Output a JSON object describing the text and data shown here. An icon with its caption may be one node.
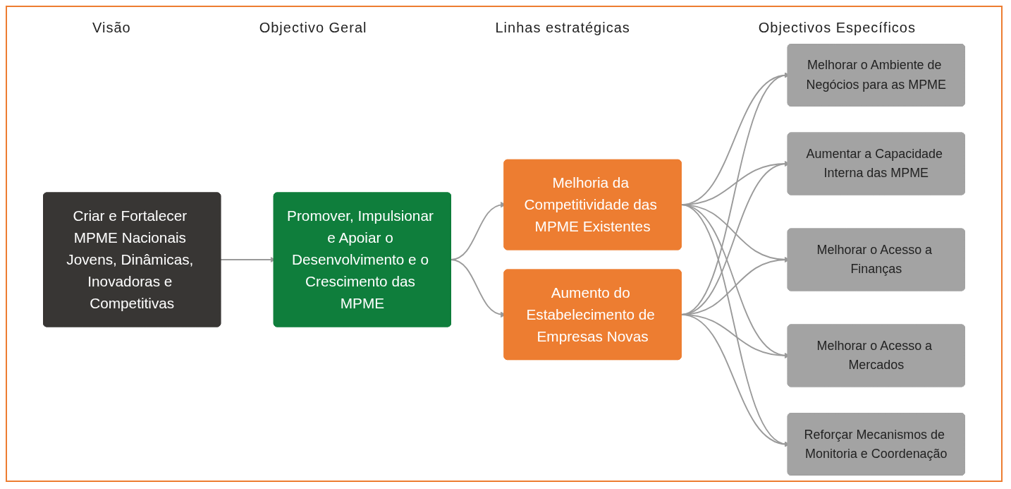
{
  "diagram": {
    "nodes": [
      {
        "text": [
          "Criar e Fortalecer MPME Nacionais Jovens, Dinâmicas, Inovadoras e Competitivas"
        ]
      },
      {
        "text": [
          "Promover, Impulsionar e Apoiar o Desenvolvimento e o Crescimento das MPME"
        ]
      },
      {
        "text": [
          "Melhoria da Competitividade das MPME Existentes"
        ]
      },
      {
        "text": [
          "Aumento do Estabelecimento de Empresas Novas"
        ]
      },
      {
        "text": [
          "Melhorar o Ambiente de Negócios para as MPME"
        ]
      },
      {
        "text": [
          "Aumentar a Capacidade Interna das MPME"
        ]
      },
      {
        "text": [
          "Melhorar o Acesso a Finanças"
        ]
      },
      {
        "text": [
          "Melhorar o Acesso a Mercados"
        ]
      },
      {
        "text": [
          "Reforçar Mecanismos de Monitoria e Coordenação"
        ]
      }
    ],
    "edges": [
      {
        "from": 0,
        "to": 1,
        "arrow": "to"
      },
      {
        "from": 1,
        "to": 2,
        "arrow": "to"
      },
      {
        "from": 1,
        "to": 3,
        "arrow": "to"
      },
      {
        "from": 2,
        "to": 4,
        "arrow": "to"
      },
      {
        "from": 2,
        "to": 5,
        "arrow": "to"
      },
      {
        "from": 2,
        "to": 6,
        "arrow": "to"
      },
      {
        "from": 2,
        "to": 7,
        "arrow": "to"
      },
      {
        "from": 2,
        "to": 8,
        "arrow": "to"
      },
      {
        "from": 3,
        "to": 4,
        "arrow": "to"
      },
      {
        "from": 3,
        "to": 5,
        "arrow": "to"
      },
      {
        "from": 3,
        "to": 6,
        "arrow": "to"
      },
      {
        "from": 3,
        "to": 7,
        "arrow": "to"
      },
      {
        "from": 3,
        "to": 8,
        "arrow": "to"
      }
    ],
    "labels": [
      "Visão",
      "Objectivo Geral",
      "Linhas estratégicas",
      "Objectivos Específicos"
    ]
  }
}
